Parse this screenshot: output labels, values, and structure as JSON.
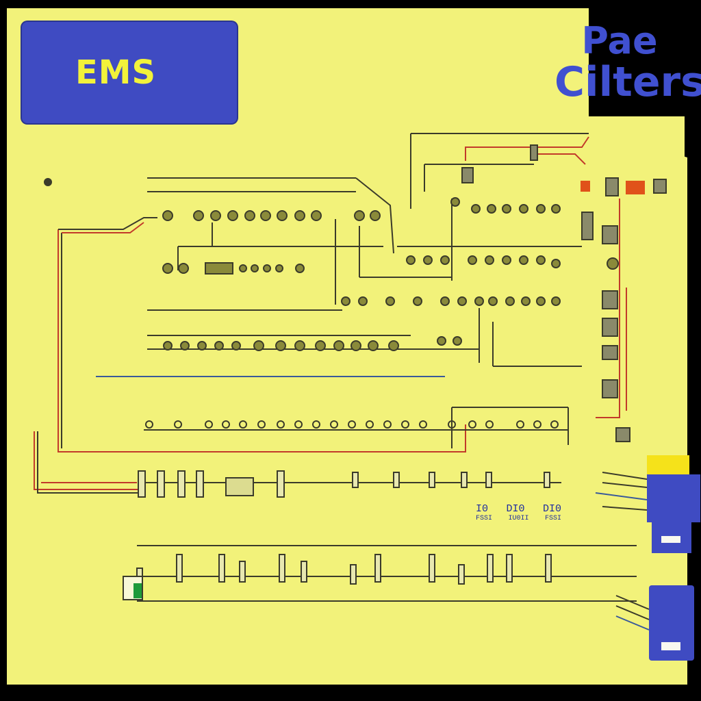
{
  "header": {
    "badge_label": "EMS"
  },
  "corner_title": {
    "line1": "Pae",
    "line2": "Cilters"
  },
  "legend": {
    "row1": [
      "I0",
      "DI0",
      "DI0"
    ],
    "row2": [
      "FSSI",
      "IU0II",
      "FSSI"
    ]
  },
  "colors": {
    "board": "#f2f27a",
    "wire_dark": "#3b3b2a",
    "wire_red": "#c23a2a",
    "wire_blue": "#3a5a9a",
    "badge": "#3f4bc2",
    "badge_text": "#f2f23a",
    "connector_yellow": "#f5e21a",
    "connector_blue": "#3f4bc2"
  }
}
